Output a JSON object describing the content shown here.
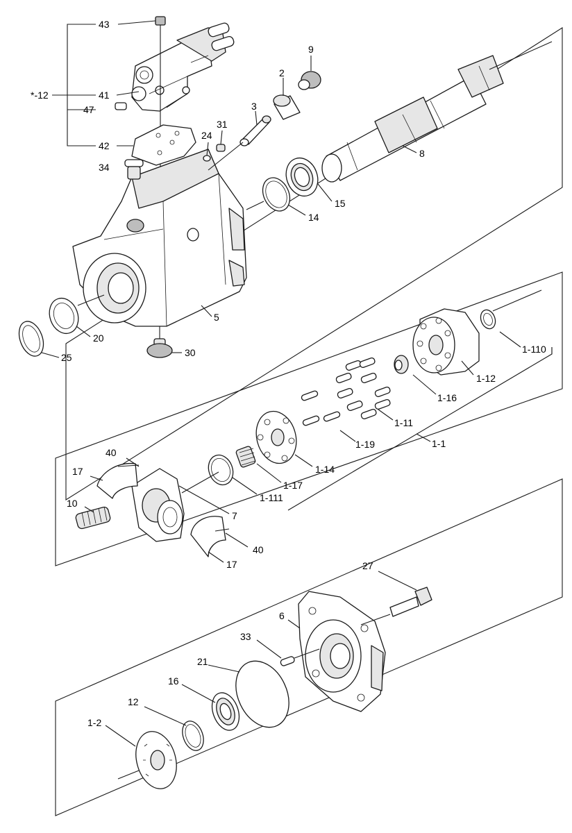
{
  "labels": {
    "l43": "43",
    "l9": "9",
    "l2": "2",
    "l12star": "*-12",
    "l41": "41",
    "l47": "47",
    "l3": "3",
    "l24": "24",
    "l31": "31",
    "l42": "42",
    "l34": "34",
    "l8": "8",
    "l15": "15",
    "l14": "14",
    "l5": "5",
    "l20": "20",
    "l25": "25",
    "l30": "30",
    "l1_110": "1-110",
    "l1_12": "1-12",
    "l1_16": "1-16",
    "l1_11": "1-11",
    "l1_1": "1-1",
    "l1_19": "1-19",
    "l40a": "40",
    "l17a": "17",
    "l1_14": "1-14",
    "l1_17": "1-17",
    "l1_111": "1-111",
    "l10": "10",
    "l7": "7",
    "l40b": "40",
    "l17b": "17",
    "l27": "27",
    "l6": "6",
    "l33": "33",
    "l21": "21",
    "l16": "16",
    "l12": "12",
    "l1_2": "1-2"
  }
}
